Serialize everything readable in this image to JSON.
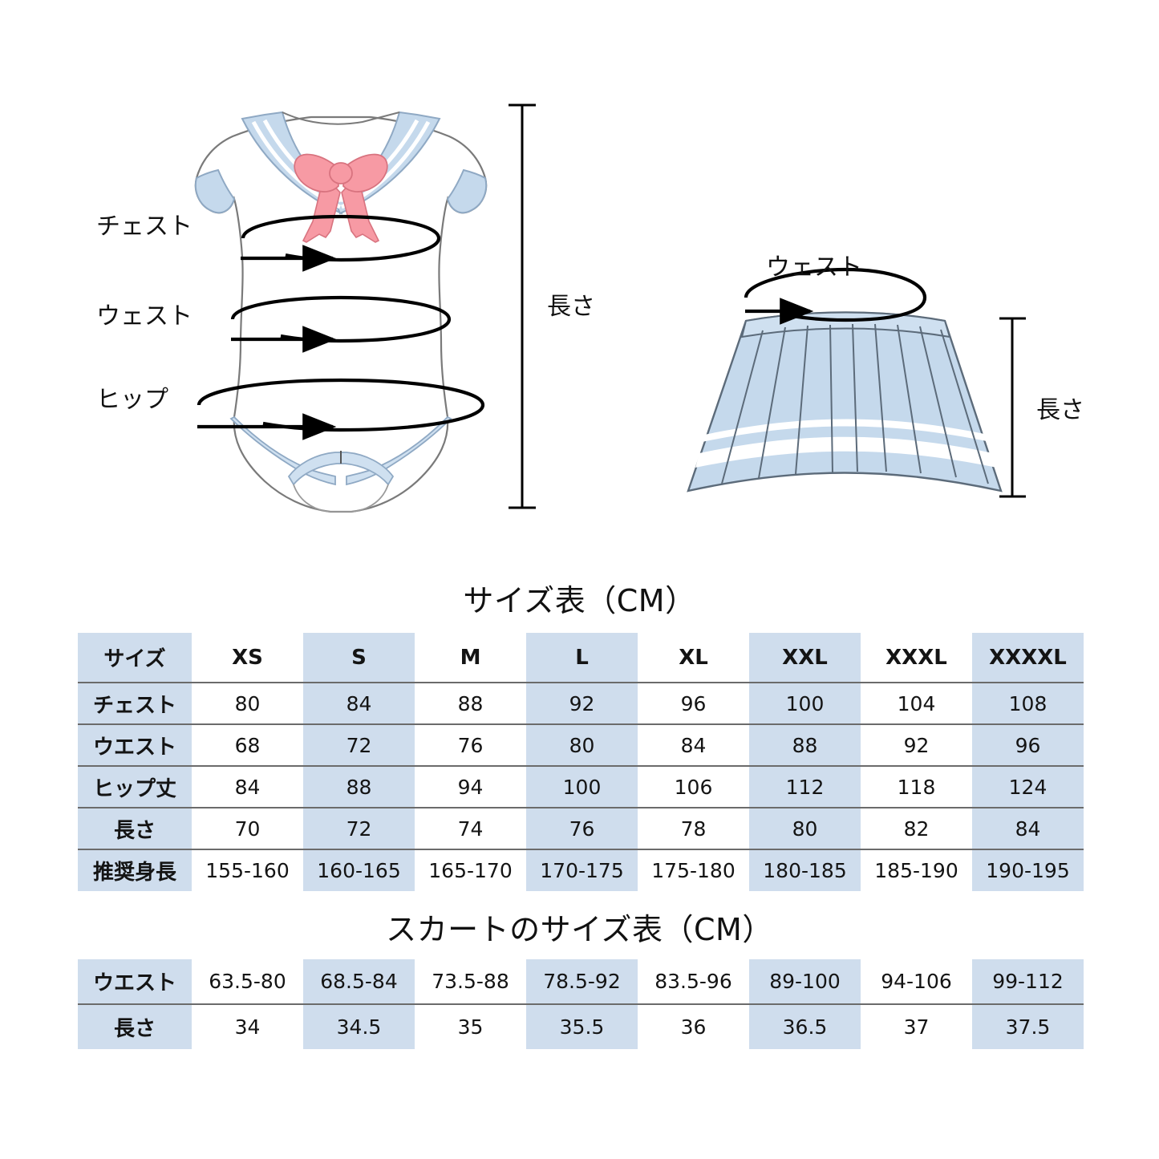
{
  "diagram": {
    "bodysuit": {
      "name": "sailor-bodysuit-illustration",
      "labels": {
        "chest": "チェスト",
        "waist": "ウエスト_display",
        "waist_text": "ウェスト",
        "hip": "ヒップ",
        "length": "長さ"
      }
    },
    "skirt": {
      "name": "pleated-skirt-illustration",
      "labels": {
        "waist": "ウェスト",
        "length": "長さ"
      }
    }
  },
  "titles": {
    "main": "サイズ表（CM）",
    "skirt": "スカートのサイズ表（CM）"
  },
  "colors": {
    "table_shade": "#cfdded",
    "garment_blue": "#c5d9ec",
    "bow_pink": "#f79aa4",
    "line": "#6b6b6b"
  },
  "main_table": {
    "header_label": "サイズ",
    "sizes": [
      "XS",
      "S",
      "M",
      "L",
      "XL",
      "XXL",
      "XXXL",
      "XXXXL"
    ],
    "rows": [
      {
        "label": "チェスト",
        "values": [
          "80",
          "84",
          "88",
          "92",
          "96",
          "100",
          "104",
          "108"
        ]
      },
      {
        "label": "ウエスト",
        "values": [
          "68",
          "72",
          "76",
          "80",
          "84",
          "88",
          "92",
          "96"
        ]
      },
      {
        "label": "ヒップ丈",
        "values": [
          "84",
          "88",
          "94",
          "100",
          "106",
          "112",
          "118",
          "124"
        ]
      },
      {
        "label": "長さ",
        "values": [
          "70",
          "72",
          "74",
          "76",
          "78",
          "80",
          "82",
          "84"
        ]
      },
      {
        "label": "推奨身長",
        "values": [
          "155-160",
          "160-165",
          "165-170",
          "170-175",
          "175-180",
          "180-185",
          "185-190",
          "190-195"
        ]
      }
    ]
  },
  "skirt_table": {
    "rows": [
      {
        "label": "ウエスト",
        "values": [
          "63.5-80",
          "68.5-84",
          "73.5-88",
          "78.5-92",
          "83.5-96",
          "89-100",
          "94-106",
          "99-112"
        ]
      },
      {
        "label": "長さ",
        "values": [
          "34",
          "34.5",
          "35",
          "35.5",
          "36",
          "36.5",
          "37",
          "37.5"
        ]
      }
    ]
  },
  "chart_data": {
    "type": "table",
    "title": "サイズ表（CM）",
    "categories": [
      "XS",
      "S",
      "M",
      "L",
      "XL",
      "XXL",
      "XXXL",
      "XXXXL"
    ],
    "series": [
      {
        "name": "チェスト",
        "values": [
          80,
          84,
          88,
          92,
          96,
          100,
          104,
          108
        ]
      },
      {
        "name": "ウエスト",
        "values": [
          68,
          72,
          76,
          80,
          84,
          88,
          92,
          96
        ]
      },
      {
        "name": "ヒップ丈",
        "values": [
          84,
          88,
          94,
          100,
          106,
          112,
          118,
          124
        ]
      },
      {
        "name": "長さ",
        "values": [
          70,
          72,
          74,
          76,
          78,
          80,
          82,
          84
        ]
      },
      {
        "name": "推奨身長",
        "values": [
          "155-160",
          "160-165",
          "165-170",
          "170-175",
          "175-180",
          "180-185",
          "185-190",
          "190-195"
        ]
      },
      {
        "name": "スカート ウエスト",
        "values": [
          "63.5-80",
          "68.5-84",
          "73.5-88",
          "78.5-92",
          "83.5-96",
          "89-100",
          "94-106",
          "99-112"
        ]
      },
      {
        "name": "スカート 長さ",
        "values": [
          34,
          34.5,
          35,
          35.5,
          36,
          36.5,
          37,
          37.5
        ]
      }
    ]
  }
}
